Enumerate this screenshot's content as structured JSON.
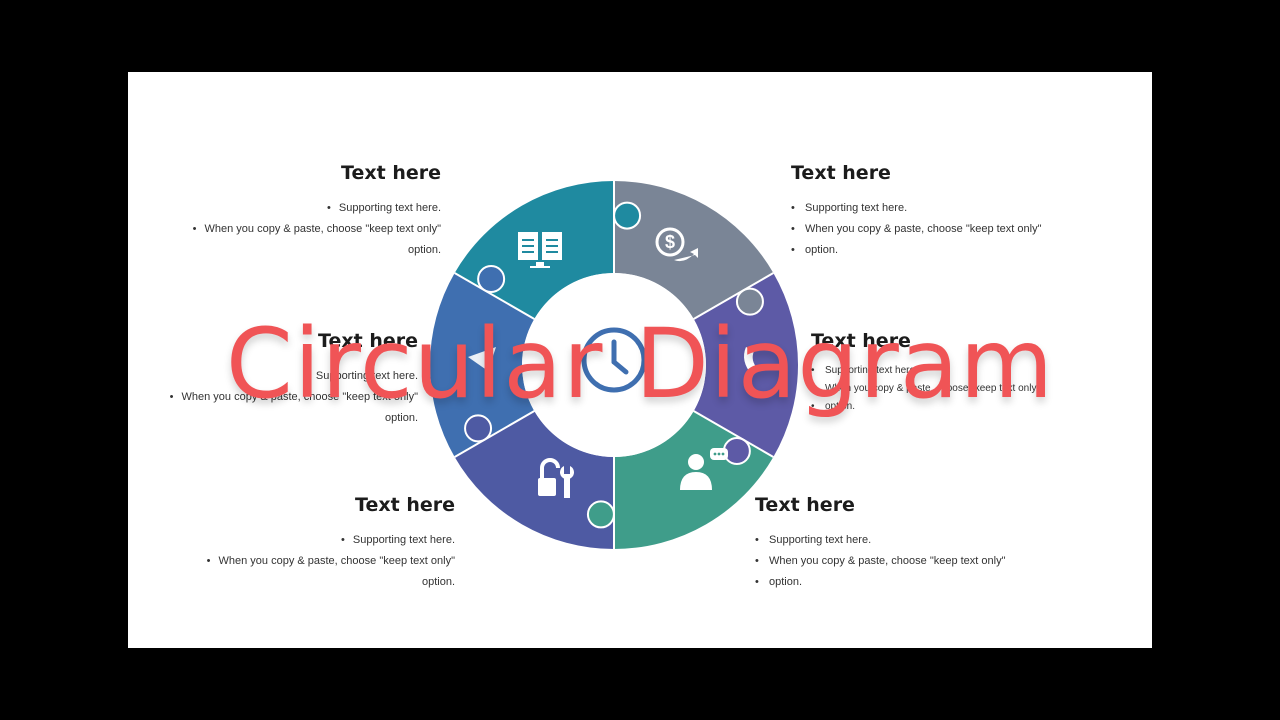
{
  "blocks": [
    {
      "title": "Text here",
      "b1": "Supporting text here.",
      "b2": "When you copy & paste, choose \"keep text only\"",
      "b3": "option."
    },
    {
      "title": "Text here",
      "b1": "Supporting text here.",
      "b2": "When you copy & paste, choose \"keep text only\"",
      "b3": "option."
    },
    {
      "title": "Text here",
      "b1": "Supporting text here.",
      "b2": "When you copy & paste, choose \"keep text only\"",
      "b3": "option."
    },
    {
      "title": "Text here",
      "b1": "Supporting text here.",
      "b2": "When you copy & paste, choose \"keep text only\"",
      "b3": "option."
    },
    {
      "title": "Text here",
      "b1": "Supporting text here.",
      "b2": "When you copy & paste, choose \"keep text only\"",
      "b3": "option."
    },
    {
      "title": "Text here",
      "b1": "Supporting text here.",
      "b2": "When you copy & paste, choose \"keep text only\"",
      "b3": "option."
    }
  ],
  "segment_colors": [
    "#7a8596",
    "#5d5aa6",
    "#3f9d8a",
    "#4e5aa3",
    "#3f6fb0",
    "#1f8aa0"
  ],
  "segment_icons": [
    "dollar-cycle-icon",
    "phone-icon",
    "support-person-icon",
    "lock-wrench-icon",
    "send-icon",
    "book-monitor-icon"
  ],
  "center_icon": "clock-icon",
  "overlay_title": "Circular Diagram"
}
